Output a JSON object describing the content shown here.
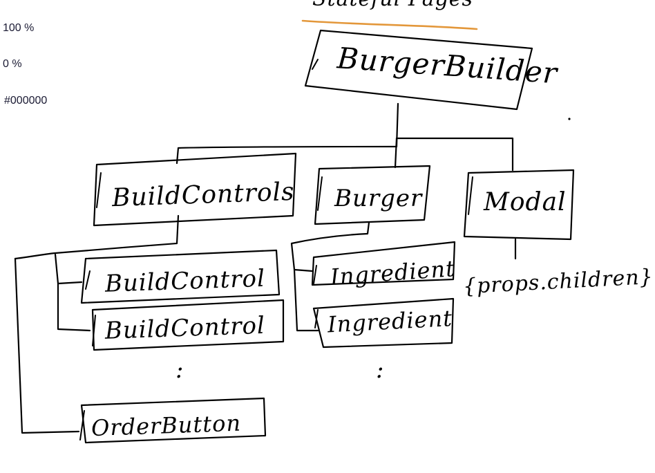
{
  "panel": {
    "opacity": "100 %",
    "fill": "0 %",
    "color": "#000000"
  },
  "header": {
    "title_fragment": "Stateful Pages",
    "underline_color": "#e3973a"
  },
  "nodes": {
    "root": "BurgerBuilder",
    "build_controls": "BuildControls",
    "burger": "Burger",
    "modal": "Modal",
    "build_control_1": "BuildControl",
    "build_control_2": "BuildControl",
    "ingredient_1": "Ingredient",
    "ingredient_2": "Ingredient",
    "modal_child": "{props.children}",
    "order_button": "OrderButton"
  },
  "ellipsis": ":",
  "ink_color": "#000000"
}
